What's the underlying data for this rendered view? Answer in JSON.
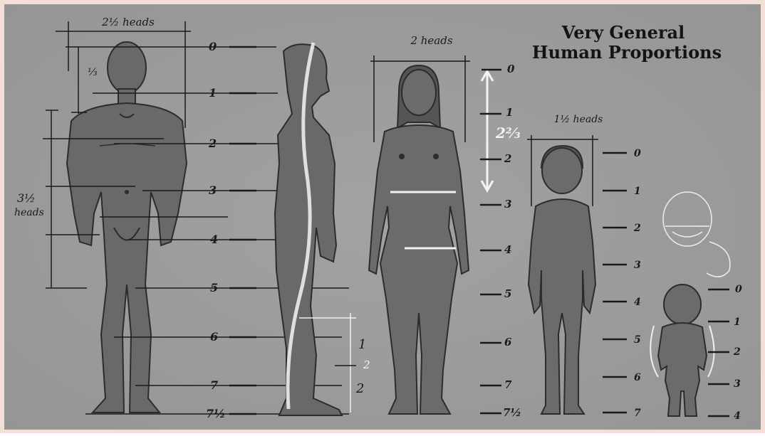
{
  "title": {
    "line1": "Very General",
    "line2": "Human Proportions"
  },
  "colors": {
    "paper": "#9a9a9a",
    "figure_fill": "#6b6b6b",
    "figure_line": "#2e2e2e",
    "ink": "#1d1d1d",
    "chalk": "#f2f2f2",
    "frame_tint": "#f6d9cf"
  },
  "adult_male_front": {
    "width_note": "2½ heads",
    "head_note": "⅓",
    "torso_note_1": "3½",
    "torso_note_2": "heads",
    "marks": [
      "0",
      "1",
      "2",
      "3",
      "4",
      "5",
      "6",
      "7",
      "7½"
    ]
  },
  "adult_male_side": {
    "leg_note_upper": "1",
    "leg_note_fraction": "2",
    "leg_note_lower": "2"
  },
  "adult_female": {
    "width_note": "2 heads",
    "torso_note": "2⅔",
    "marks": [
      "0",
      "1",
      "2",
      "3",
      "4",
      "5",
      "6",
      "7",
      "7½"
    ]
  },
  "child": {
    "width_note": "1½ heads",
    "marks": [
      "0",
      "1",
      "2",
      "3",
      "4",
      "5",
      "6",
      "7"
    ]
  },
  "toddler": {
    "marks": [
      "0",
      "1",
      "2",
      "3",
      "4"
    ]
  }
}
